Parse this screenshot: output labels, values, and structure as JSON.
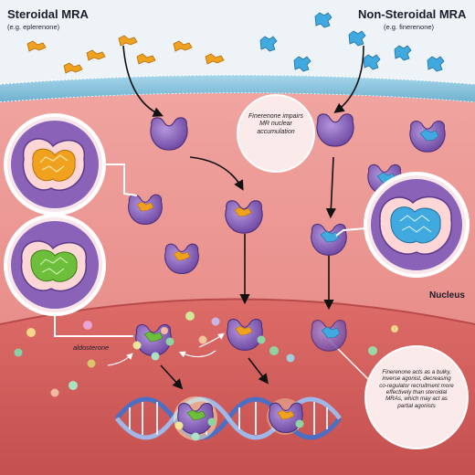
{
  "labels": {
    "steroidal_title": "Steroidal MRA",
    "steroidal_sub": "(e.g. eplerenone)",
    "nonsteroidal_title": "Non-Steroidal MRA",
    "nonsteroidal_sub": "(e.g. finerenone)",
    "nucleus": "Nucleus",
    "aldosterone": "aldosterone"
  },
  "notes": {
    "nuclear_accumulation": "Finerenone impairs MR nuclear accumulation",
    "inverse_agonist": "Finerenone acts as a bulky, inverse agonist, decreasing co-regulator recruitment more effectively than steroidal MRAs, which may act as partial agonists"
  },
  "colors": {
    "steroidal_drug": "#f0a21f",
    "nonsteroidal_drug": "#3fa9e0",
    "aldosterone": "#6dbf3b",
    "receptor": "#8a62b8",
    "cytoplasm": "#e8837e",
    "nucleus": "#d9625f",
    "extracellular": "#eef3f8"
  }
}
